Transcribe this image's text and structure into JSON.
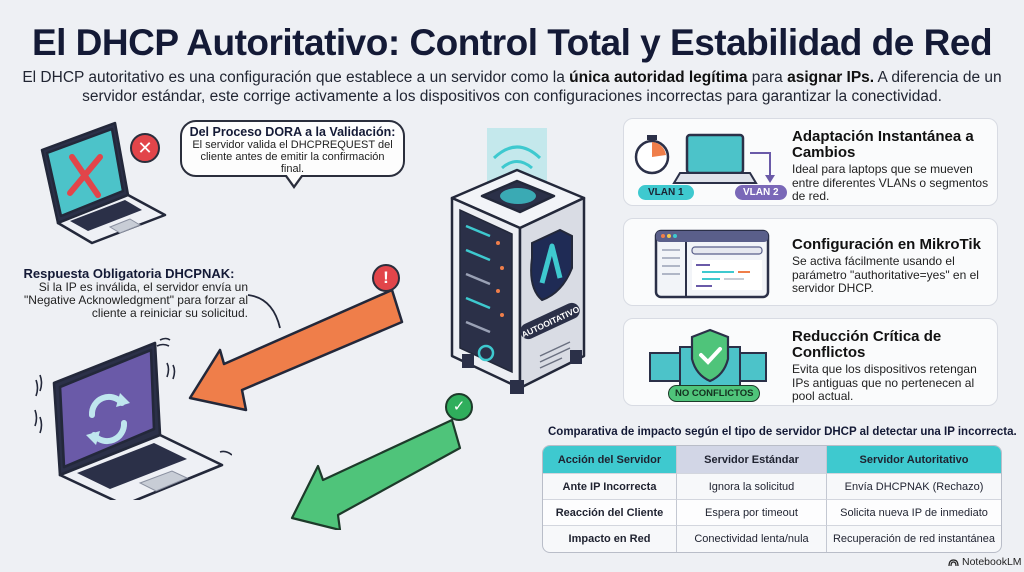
{
  "header": {
    "title": "El DHCP Autoritativo: Control Total y Estabilidad de Red",
    "subtitle_parts": {
      "p1": "El DHCP autoritativo es una configuración que establece a un servidor como la ",
      "b1": "única autoridad legítima",
      "p2": " para ",
      "b2": "asignar IPs.",
      "p3": " A diferencia de un servidor estándar, este corrige activamente a los dispositivos con configuraciones incorrectas para garantizar la conectividad."
    }
  },
  "dora_bubble": {
    "heading": "Del Proceso DORA a la Validación:",
    "text": "El servidor valida el DHCPREQUEST del cliente antes de emitir la confirmación final."
  },
  "nak_note": {
    "heading": "Respuesta Obligatoria DHCPNAK:",
    "text": "Si la IP es inválida, el servidor envía un \"Negative Acknowledgment\" para forzar al cliente a reiniciar su solicitud."
  },
  "illustration": {
    "server_label": "AUTOOITATIVO",
    "icons": [
      "laptop-error-icon",
      "x-alert-icon",
      "laptop-refresh-icon",
      "server-icon",
      "shield-a-icon",
      "wifi-icon",
      "exclamation-alert-icon",
      "check-icon",
      "orange-arrow",
      "green-arrow"
    ],
    "colors": {
      "orange_arrow": "#ef7e4a",
      "green_arrow": "#4fc47a",
      "alert_red": "#e2454a",
      "teal": "#3ec9cf",
      "purple": "#6a5aa8"
    }
  },
  "cards": [
    {
      "title": "Adaptación Instantánea a Cambios",
      "text": "Ideal para laptops que se mueven entre diferentes VLANs o segmentos de red.",
      "badges": [
        "VLAN 1",
        "VLAN 2"
      ]
    },
    {
      "title": "Configuración en MikroTik",
      "text": "Se activa fácilmente usando el parámetro \"authoritative=yes\" en el servidor DHCP."
    },
    {
      "title": "Reducción Crítica de Conflictos",
      "text": "Evita que los dispositivos retengan IPs antiguas que no pertenecen al pool actual.",
      "badge": "NO CONFLICTOS"
    }
  ],
  "table": {
    "caption": "Comparativa de impacto según el tipo de servidor DHCP al detectar una IP incorrecta.",
    "headers": [
      "Acción del Servidor",
      "Servidor Estándar",
      "Servidor Autoritativo"
    ],
    "rows": [
      [
        "Ante IP Incorrecta",
        "Ignora la solicitud",
        "Envía DHCPNAK (Rechazo)"
      ],
      [
        "Reacción del Cliente",
        "Espera por timeout",
        "Solicita nueva IP de inmediato"
      ],
      [
        "Impacto en Red",
        "Conectividad lenta/nula",
        "Recuperación de red instantánea"
      ]
    ]
  },
  "footer": {
    "brand": "NotebookLM"
  }
}
